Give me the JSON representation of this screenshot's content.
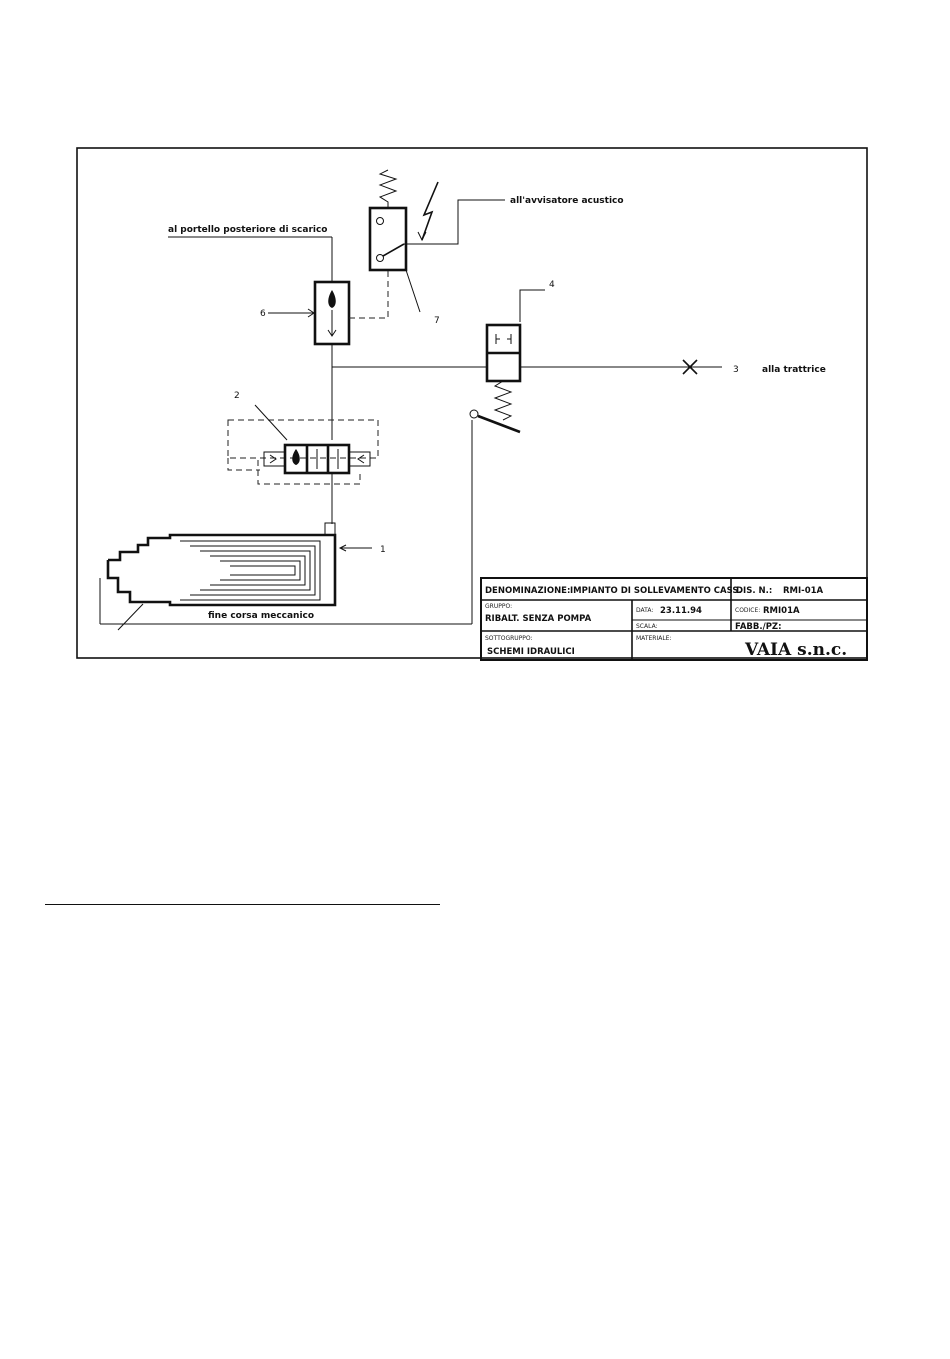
{
  "labels": {
    "portello": "al portello posteriore di scarico",
    "avvisatore": "all'avvisatore acustico",
    "trattrice": "alla trattrice",
    "fine_corsa": "fine corsa meccanico"
  },
  "numbers": {
    "n1": "1",
    "n2": "2",
    "n3": "3",
    "n4": "4",
    "n6": "6",
    "n7": "7"
  },
  "title_block": {
    "denominazione_label": "DENOMINAZIONE:",
    "denominazione_value": "IMPIANTO DI SOLLEVAMENTO CASS.",
    "dis_label": "DIS. N.:",
    "dis_value": "RMI-01A",
    "gruppo_label": "GRUPPO:",
    "gruppo_value": "RIBALT. SENZA POMPA",
    "data_label": "DATA:",
    "data_value": "23.11.94",
    "codice_label": "CODICE:",
    "codice_value": "RMI01A",
    "scala_label": "SCALA:",
    "fabb_label": "FABB./PZ:",
    "sottogruppo_label": "SOTTOGRUPPO:",
    "sottogruppo_value": "SCHEMI IDRAULICI",
    "materiale_label": "MATERIALE:",
    "company": "VAIA s.n.c."
  }
}
